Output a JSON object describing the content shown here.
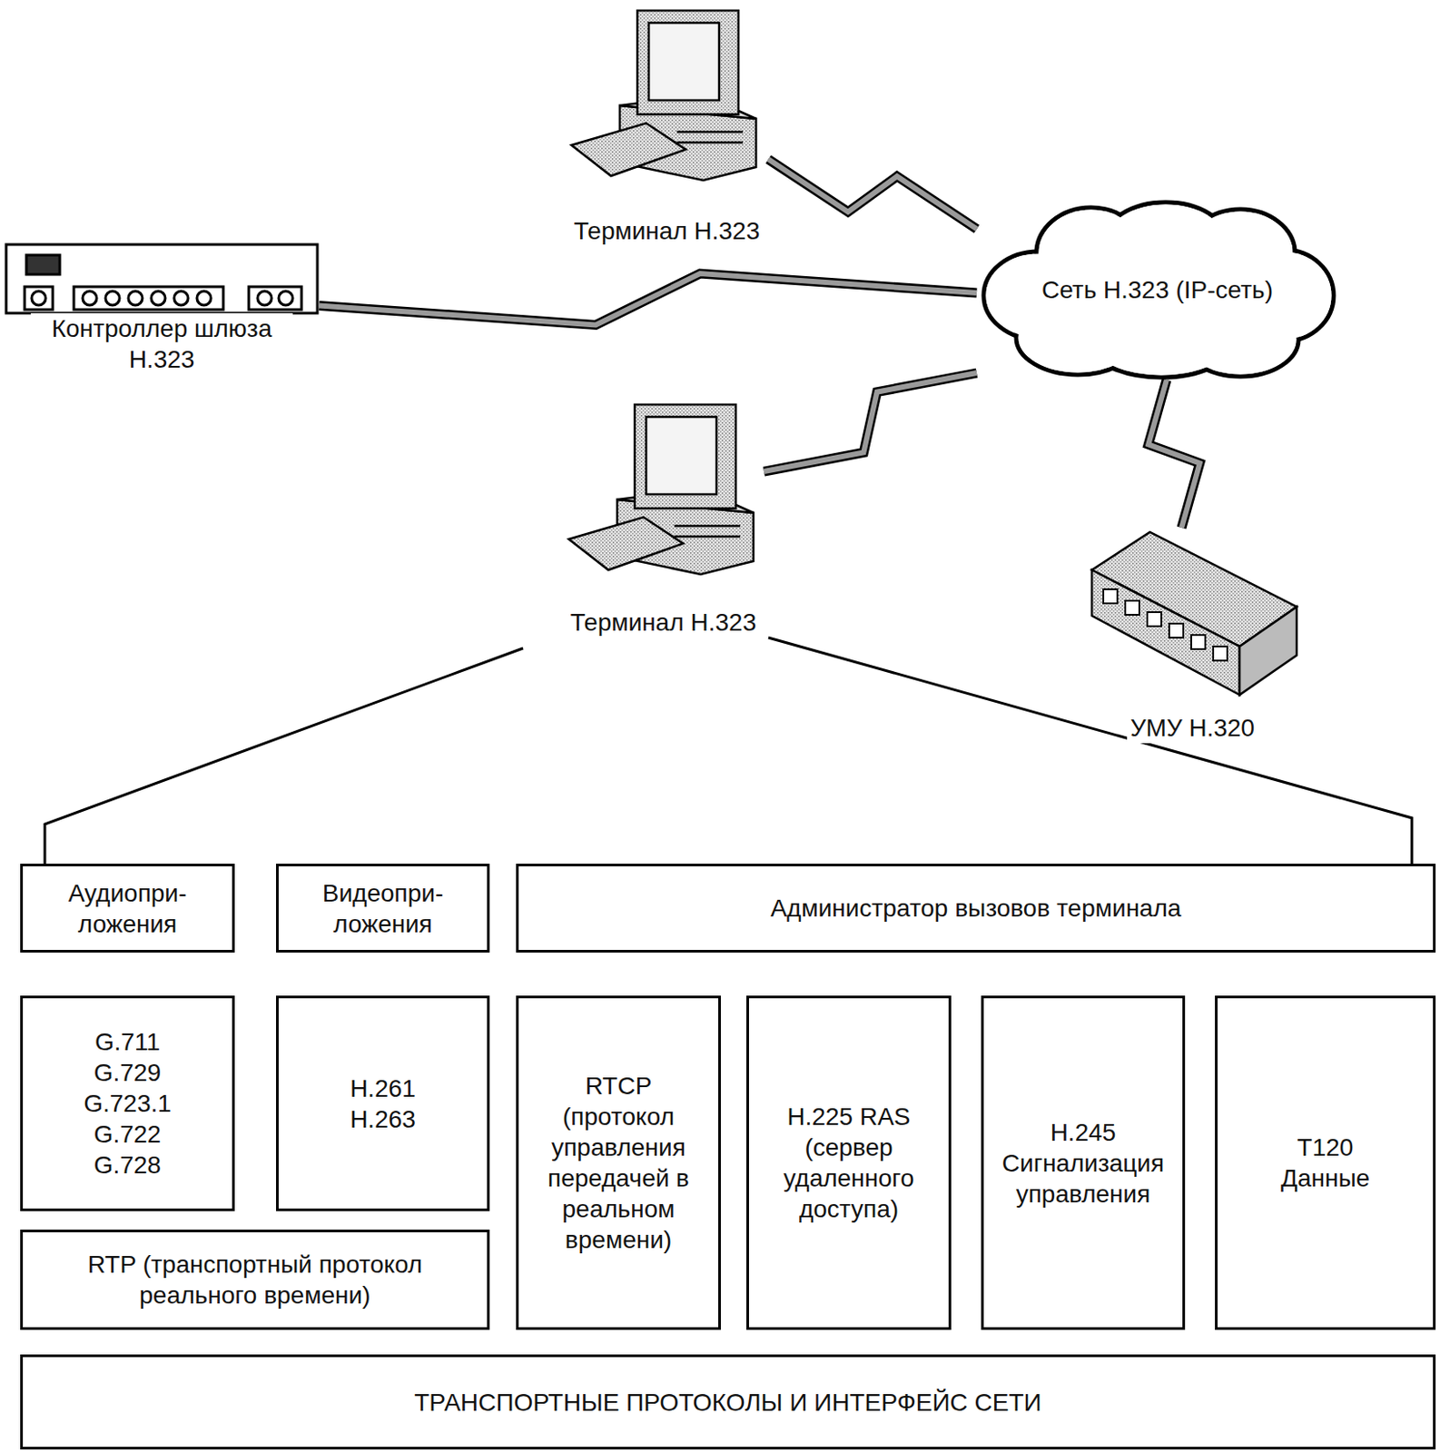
{
  "diagram": {
    "nodes": [
      {
        "text": [
          "Терминал H.323"
        ]
      },
      {
        "text": [
          "Контроллер шлюза H.323"
        ]
      },
      {
        "text": [
          "Сеть H.323 (IP-сеть)"
        ]
      },
      {
        "text": [
          "Терминал H.323"
        ]
      },
      {
        "text": [
          "УМУ H.320"
        ]
      },
      {
        "text": [
          "Аудиопри- ложения"
        ]
      },
      {
        "text": [
          "Видеопри- ложения"
        ]
      },
      {
        "text": [
          "Администратор вызовов терминала"
        ]
      },
      {
        "text": [
          "G.711 G.729 G.723.1 G.722 G.728"
        ]
      },
      {
        "text": [
          "H.261 H.263"
        ]
      },
      {
        "text": [
          "RTCP (протокол управления передачей в реальном времени)"
        ]
      },
      {
        "text": [
          "H.225 RAS (сервер удаленного доступа)"
        ]
      },
      {
        "text": [
          "H.245 Сигнализация управления"
        ]
      },
      {
        "text": [
          "T120 Данные"
        ]
      },
      {
        "text": [
          "RTP (транспортный протокол реального времени)"
        ]
      },
      {
        "text": [
          "ТРАНСПОРТНЫЕ ПРОТОКОЛЫ И ИНТЕРФЕЙС СЕТИ"
        ]
      }
    ],
    "edges": [
      {
        "from": 0,
        "to": 2,
        "arrow": "none"
      },
      {
        "from": 1,
        "to": 2,
        "arrow": "none"
      },
      {
        "from": 3,
        "to": 2,
        "arrow": "none"
      },
      {
        "from": 2,
        "to": 4,
        "arrow": "none"
      }
    ]
  }
}
